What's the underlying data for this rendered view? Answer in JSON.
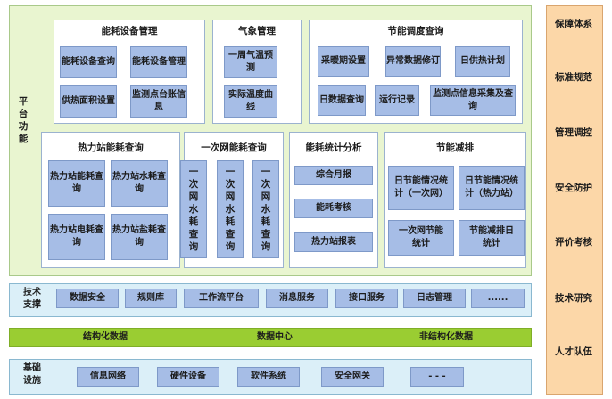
{
  "platform_label": [
    "平",
    "台",
    "功",
    "能"
  ],
  "groups": {
    "energy_mgmt": {
      "title": "能耗设备管理",
      "items": [
        "能耗设备查询",
        "能耗设备管理",
        "供热面积设置",
        "监测点台账信息"
      ]
    },
    "weather": {
      "title": "气象管理",
      "items": [
        "一周气温预测",
        "实际温度曲线"
      ]
    },
    "dispatch": {
      "title": "节能调度查询",
      "items": [
        "采暖期设置",
        "异常数据修订",
        "日供热计划",
        "日数据查询",
        "运行记录",
        "监测点信息采集及查询"
      ]
    },
    "station": {
      "title": "热力站能耗查询",
      "items": [
        "热力站能耗查询",
        "热力站水耗查询",
        "热力站电耗查询",
        "热力站盐耗查询"
      ]
    },
    "primary": {
      "title": "一次网能耗查询",
      "items": [
        "一次网水耗查询",
        "一次网水耗查询",
        "一次网水耗查询"
      ]
    },
    "stats": {
      "title": "能耗统计分析",
      "items": [
        "综合月报",
        "能耗考核",
        "热力站报表"
      ]
    },
    "reduce": {
      "title": "节能减排",
      "items": [
        "日节能情况统计（一次网）",
        "日节能情况统计（热力站）",
        "一次网节能统计",
        "节能减排日统计"
      ]
    }
  },
  "tech_support": {
    "label": "技术支撑",
    "items": [
      "数据安全",
      "规则库",
      "工作流平台",
      "消息服务",
      "接口服务",
      "日志管理",
      "......"
    ]
  },
  "data_bar": {
    "items": [
      "结构化数据",
      "数据中心",
      "非结构化数据"
    ]
  },
  "infrastructure": {
    "label": "基础设施",
    "items": [
      "信息网络",
      "硬件设备",
      "软件系统",
      "安全网关",
      "- - -"
    ]
  },
  "guarantee": {
    "title": "保障体系",
    "items": [
      "标准规范",
      "管理调控",
      "安全防护",
      "评价考核",
      "技术研究",
      "人才队伍"
    ]
  }
}
